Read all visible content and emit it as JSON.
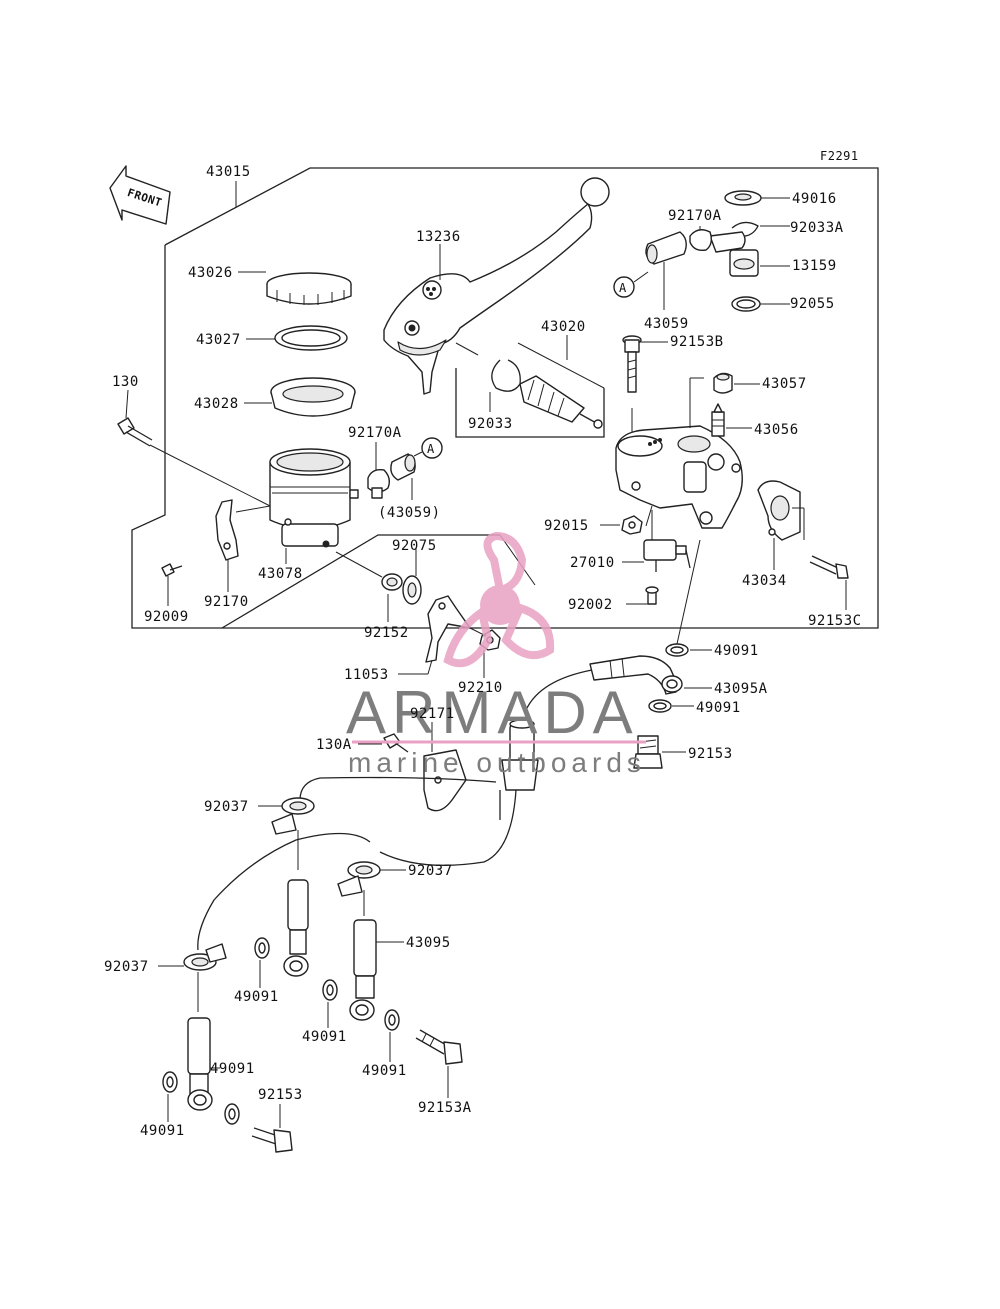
{
  "figure_code": "F2291",
  "front_label": "FRONT",
  "circle_ref": "A",
  "part_labels": {
    "p43015": "43015",
    "p49016": "49016",
    "p92170A_top": "92170A",
    "p92033A": "92033A",
    "p13236": "13236",
    "p13159": "13159",
    "p43026": "43026",
    "p92055": "92055",
    "p43059": "43059",
    "p43020": "43020",
    "p43027": "43027",
    "p92153B": "92153B",
    "p130": "130",
    "p43057": "43057",
    "p43028": "43028",
    "p92033": "92033",
    "p43056": "43056",
    "p92170A_mid": "92170A",
    "p43059_paren": "(43059)",
    "p92015": "92015",
    "p92075": "92075",
    "p27010": "27010",
    "p43078": "43078",
    "p43034": "43034",
    "p92009": "92009",
    "p92170": "92170",
    "p92152": "92152",
    "p92002": "92002",
    "p92153C": "92153C",
    "p49091_a": "49091",
    "p11053": "11053",
    "p92210": "92210",
    "p43095A": "43095A",
    "p92171": "92171",
    "p49091_b": "49091",
    "p130A": "130A",
    "p92153_right": "92153",
    "p92037_a": "92037",
    "p92037_b": "92037",
    "p43095": "43095",
    "p92037_c": "92037",
    "p49091_c": "49091",
    "p49091_d": "49091",
    "p49091_e": "49091",
    "p49091_f": "49091",
    "p92153_left": "92153",
    "p49091_g": "49091",
    "p92153A": "92153A"
  },
  "watermark": {
    "brand": "ARMADA",
    "tagline": "marine outboards",
    "accent_color": "#e9a2c3",
    "text_color": "#7d7d7d"
  },
  "colors": {
    "line": "#222222",
    "background": "#ffffff"
  }
}
